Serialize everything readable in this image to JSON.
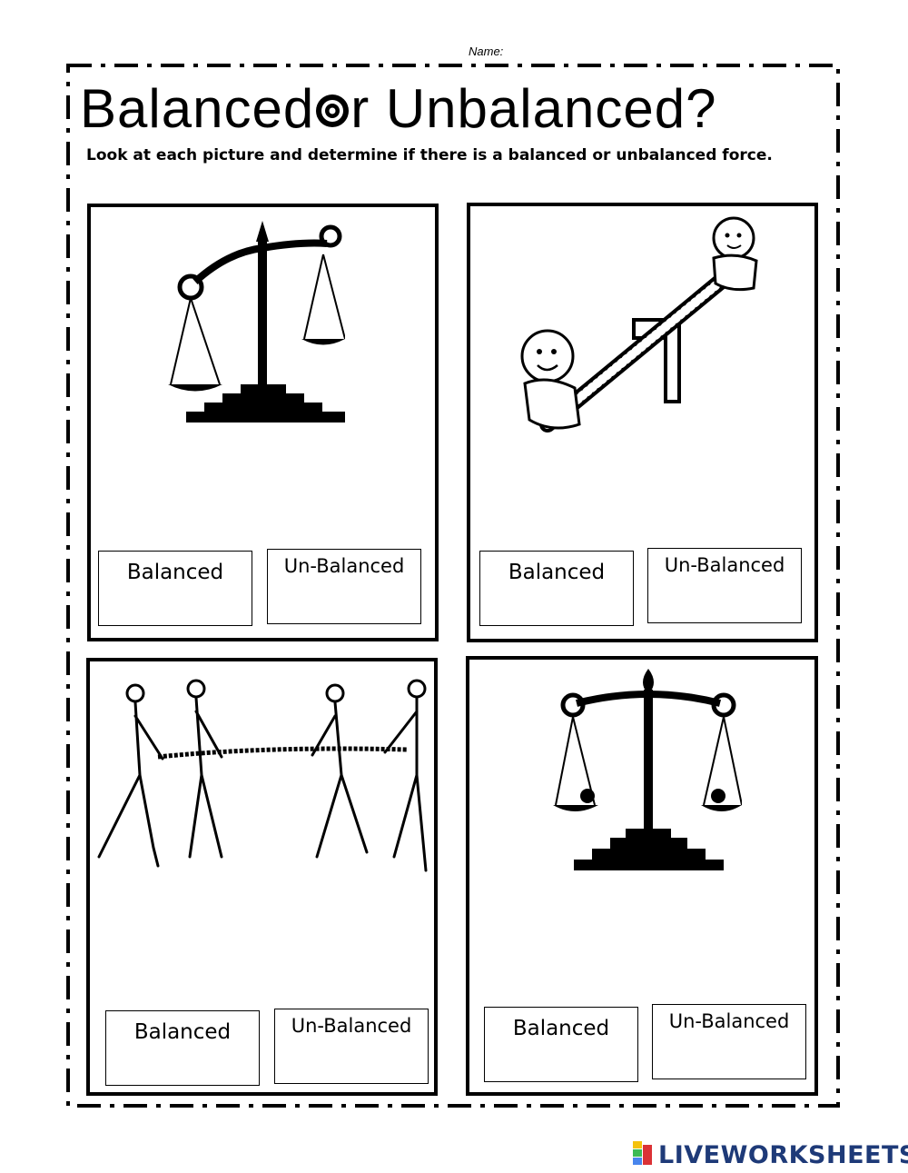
{
  "worksheet": {
    "name_label": "Name:",
    "title_part1": "Balanced",
    "title_part2": "r Unbalanced?",
    "instructions": "Look at each picture and determine if there is a balanced or unbalanced force."
  },
  "panels": [
    {
      "illustration": "tilted-scale-icon",
      "options": [
        "Balanced",
        "Un-Balanced"
      ]
    },
    {
      "illustration": "seesaw-children-icon",
      "options": [
        "Balanced",
        "Un-Balanced"
      ]
    },
    {
      "illustration": "tug-of-war-icon",
      "options": [
        "Balanced",
        "Un-Balanced"
      ]
    },
    {
      "illustration": "level-scale-icon",
      "options": [
        "Balanced",
        "Un-Balanced"
      ]
    }
  ],
  "brand": {
    "text": "LIVEWORKSHEETS",
    "logo_colors": [
      "#f4c20d",
      "#3cba54",
      "#4885ed",
      "#db3236"
    ]
  }
}
